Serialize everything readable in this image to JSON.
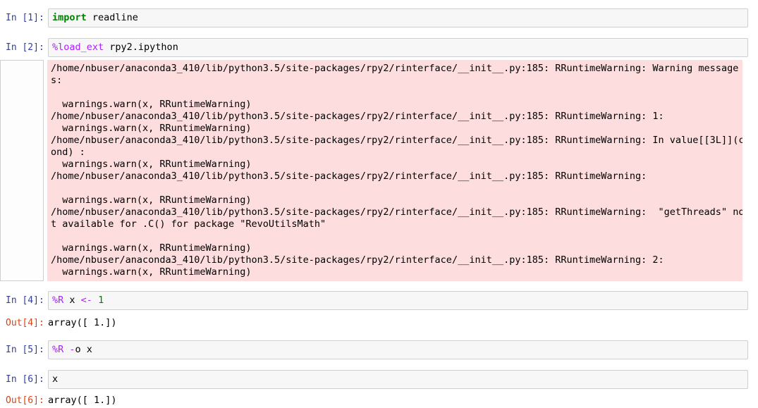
{
  "colors": {
    "input-prompt": "#303F9F",
    "output-prompt": "#D84315",
    "input-bg": "#F7F7F7",
    "cell-border": "#CFCFCF",
    "stderr-bg": "#FDDDDD",
    "code-text": "#000000"
  },
  "token_colors": {
    "keyword": "#008000",
    "meta": "#AA22FF",
    "operator": "#AA22FF",
    "number": "#008000",
    "plain": "#000000"
  },
  "cells": {
    "in1": {
      "prompt": "In [1]:",
      "tokens": [
        {
          "text": "import",
          "type": "keyword"
        },
        {
          "text": " readline",
          "type": "plain"
        }
      ]
    },
    "in2": {
      "prompt": "In [2]:",
      "tokens": [
        {
          "text": "%load_ext",
          "type": "meta"
        },
        {
          "text": " rpy2.ipython",
          "type": "plain"
        }
      ]
    },
    "stderr": {
      "lines": [
        "/home/nbuser/anaconda3_410/lib/python3.5/site-packages/rpy2/rinterface/__init__.py:185: RRuntimeWarning: Warning message",
        "s:",
        "",
        "  warnings.warn(x, RRuntimeWarning)",
        "/home/nbuser/anaconda3_410/lib/python3.5/site-packages/rpy2/rinterface/__init__.py:185: RRuntimeWarning: 1:",
        "  warnings.warn(x, RRuntimeWarning)",
        "/home/nbuser/anaconda3_410/lib/python3.5/site-packages/rpy2/rinterface/__init__.py:185: RRuntimeWarning: In value[[3L]](c",
        "ond) :",
        "  warnings.warn(x, RRuntimeWarning)",
        "/home/nbuser/anaconda3_410/lib/python3.5/site-packages/rpy2/rinterface/__init__.py:185: RRuntimeWarning:",
        "",
        "  warnings.warn(x, RRuntimeWarning)",
        "/home/nbuser/anaconda3_410/lib/python3.5/site-packages/rpy2/rinterface/__init__.py:185: RRuntimeWarning:  \"getThreads\" no",
        "t available for .C() for package \"RevoUtilsMath\"",
        "",
        "  warnings.warn(x, RRuntimeWarning)",
        "/home/nbuser/anaconda3_410/lib/python3.5/site-packages/rpy2/rinterface/__init__.py:185: RRuntimeWarning: 2:",
        "  warnings.warn(x, RRuntimeWarning)"
      ]
    },
    "in4": {
      "prompt": "In [4]:",
      "tokens": [
        {
          "text": "%R",
          "type": "meta"
        },
        {
          "text": " x ",
          "type": "plain"
        },
        {
          "text": "<-",
          "type": "operator"
        },
        {
          "text": " ",
          "type": "plain"
        },
        {
          "text": "1",
          "type": "number"
        }
      ]
    },
    "out4": {
      "prompt": "Out[4]:",
      "text": "array([ 1.])"
    },
    "in5": {
      "prompt": "In [5]:",
      "tokens": [
        {
          "text": "%R",
          "type": "meta"
        },
        {
          "text": " ",
          "type": "plain"
        },
        {
          "text": "-",
          "type": "operator"
        },
        {
          "text": "o x",
          "type": "plain"
        }
      ]
    },
    "in6": {
      "prompt": "In [6]:",
      "tokens": [
        {
          "text": "x",
          "type": "plain"
        }
      ]
    },
    "out6": {
      "prompt": "Out[6]:",
      "text": "array([ 1.])"
    }
  }
}
